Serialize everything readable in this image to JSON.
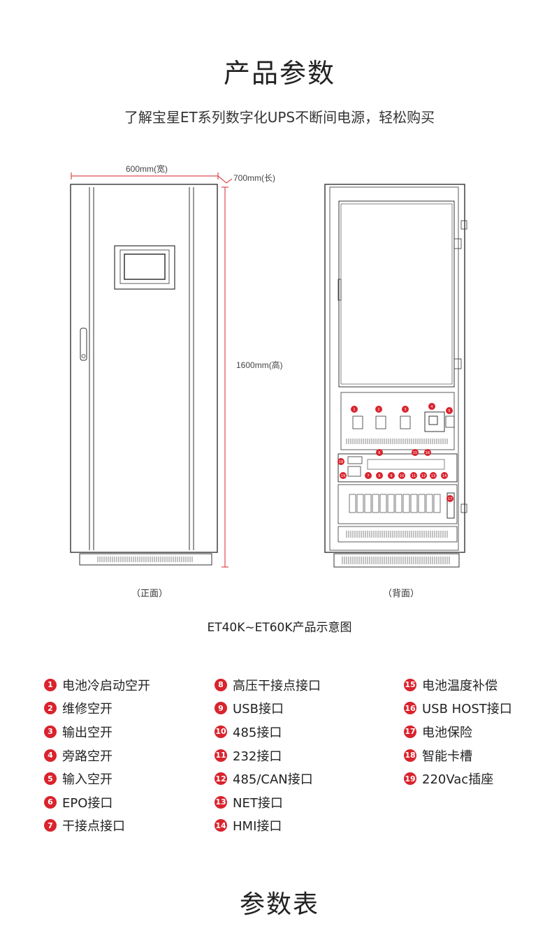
{
  "header": {
    "title": "产品参数",
    "subtitle": "了解宝星ET系列数字化UPS不断间电源，轻松购买"
  },
  "diagram": {
    "width_label": "600mm(宽)",
    "depth_label": "700mm(长)",
    "height_label": "1600mm(高)",
    "front_label": "（正面）",
    "back_label": "（背面）",
    "caption": "ET40K~ET60K产品示意图",
    "accent_color": "#d9232d",
    "badges": [
      "1",
      "2",
      "3",
      "4",
      "5",
      "6",
      "7",
      "8",
      "9",
      "10",
      "11",
      "12",
      "13",
      "14",
      "15",
      "16",
      "17",
      "18",
      "19"
    ]
  },
  "legend": {
    "col1": [
      {
        "num": "1",
        "label": "电池冷启动空开"
      },
      {
        "num": "2",
        "label": "维修空开"
      },
      {
        "num": "3",
        "label": "输出空开"
      },
      {
        "num": "4",
        "label": "旁路空开"
      },
      {
        "num": "5",
        "label": "输入空开"
      },
      {
        "num": "6",
        "label": "EPO接口"
      },
      {
        "num": "7",
        "label": "干接点接口"
      }
    ],
    "col2": [
      {
        "num": "8",
        "label": "高压干接点接口"
      },
      {
        "num": "9",
        "label": "USB接口"
      },
      {
        "num": "10",
        "label": "485接口"
      },
      {
        "num": "11",
        "label": "232接口"
      },
      {
        "num": "12",
        "label": "485/CAN接口"
      },
      {
        "num": "13",
        "label": "NET接口"
      },
      {
        "num": "14",
        "label": "HMI接口"
      }
    ],
    "col3": [
      {
        "num": "15",
        "label": "电池温度补偿"
      },
      {
        "num": "16",
        "label": "USB HOST接口"
      },
      {
        "num": "17",
        "label": "电池保险"
      },
      {
        "num": "18",
        "label": "智能卡槽"
      },
      {
        "num": "19",
        "label": "220Vac插座"
      }
    ]
  },
  "footer": {
    "title": "参数表"
  }
}
